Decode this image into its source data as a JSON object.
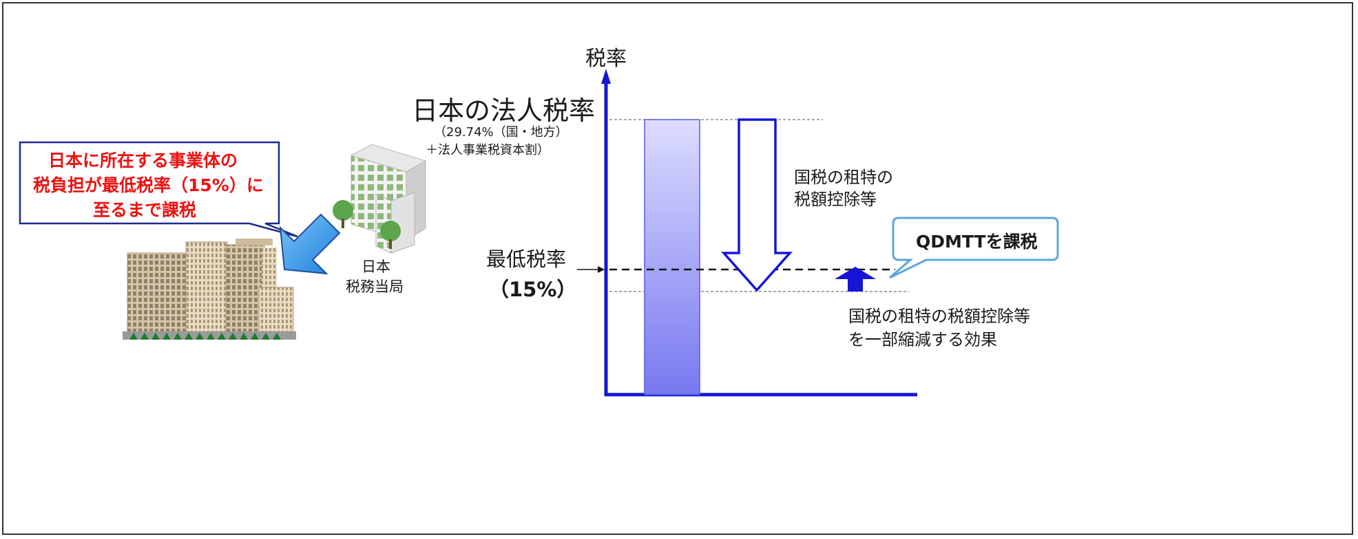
{
  "colors": {
    "axis": "#1515d8",
    "bar_top": "#d6d6ff",
    "bar_bottom": "#7a7af2",
    "callout_text": "#ee1111",
    "callout_border": "#1c2a8c",
    "qdmtt_border": "#5aa7d8"
  },
  "axis": {
    "y_label": "税率"
  },
  "japan_rate": {
    "title": "日本の法人税率",
    "detail_line1": "（29.74%（国・地方）",
    "detail_line2": "＋法人事業税資本割）"
  },
  "minimum_rate": {
    "label": "最低税率",
    "value": "（15%）"
  },
  "domestic_credit": {
    "line1": "国税の租特の",
    "line2": "税額控除等"
  },
  "qdmtt": {
    "label": "QDMTTを課税"
  },
  "effect": {
    "line1": "国税の租特の税額控除等",
    "line2": "を一部縮減する効果"
  },
  "callout": {
    "line1": "日本に所在する事業体の",
    "line2_pre": "税負担が最低税率（",
    "line2_bold": "15%",
    "line2_post": "）に",
    "line3": "至るまで課税"
  },
  "authority": {
    "line1": "日本",
    "line2": "税務当局"
  },
  "icons": [
    "company-buildings-icon",
    "tax-office-building-icon",
    "blue-arrow-icon"
  ]
}
